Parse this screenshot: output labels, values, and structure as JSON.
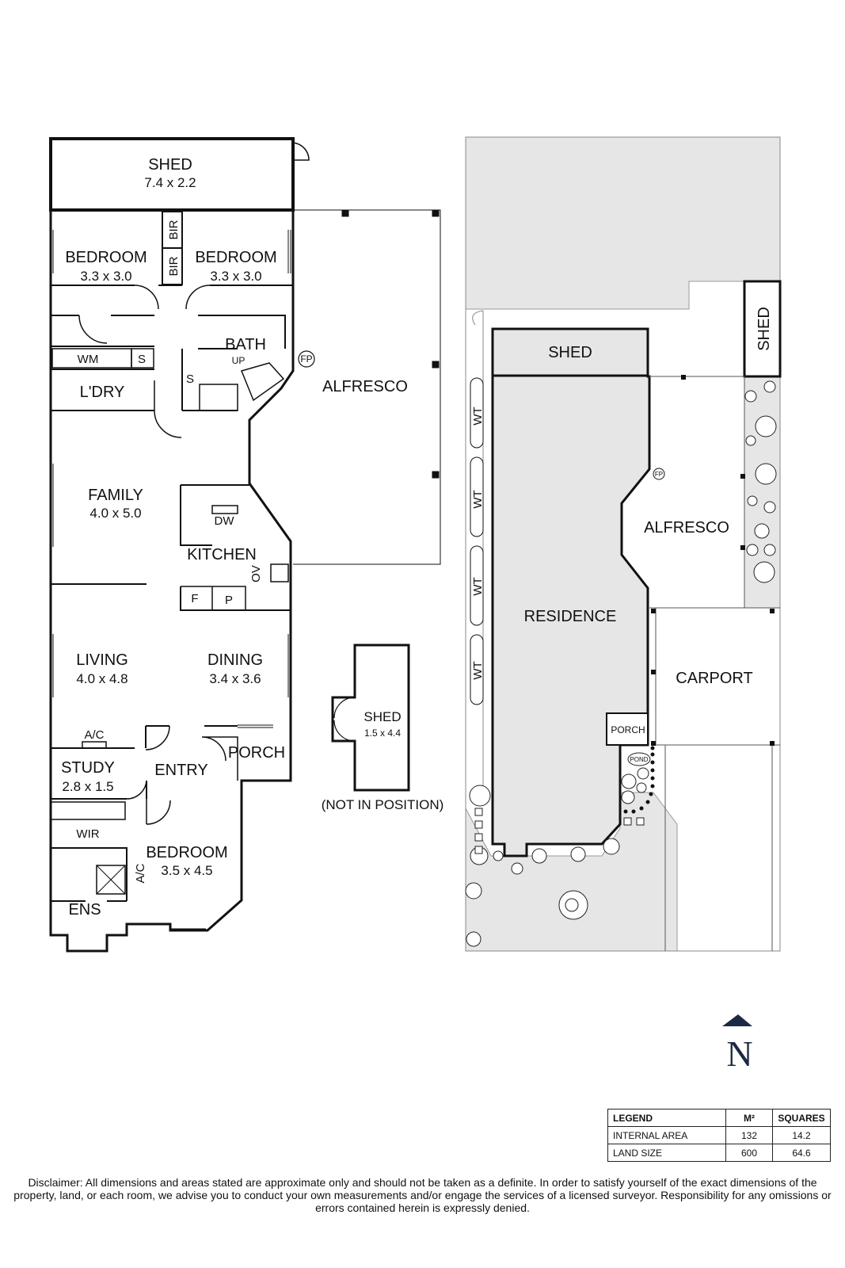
{
  "floorplan": {
    "rooms": [
      {
        "id": "shed-main",
        "label": "SHED",
        "size": "7.4 x 2.2"
      },
      {
        "id": "bedroom-nw",
        "label": "BEDROOM",
        "size": "3.3 x 3.0"
      },
      {
        "id": "bedroom-ne",
        "label": "BEDROOM",
        "size": "3.3 x 3.0"
      },
      {
        "id": "family",
        "label": "FAMILY",
        "size": "4.0 x 5.0"
      },
      {
        "id": "living",
        "label": "LIVING",
        "size": "4.0 x 4.8"
      },
      {
        "id": "dining",
        "label": "DINING",
        "size": "3.4 x 3.6"
      },
      {
        "id": "study",
        "label": "STUDY",
        "size": "2.8 x 1.5"
      },
      {
        "id": "bedroom-main",
        "label": "BEDROOM",
        "size": "3.5 x 4.5"
      },
      {
        "id": "shed-small",
        "label": "SHED",
        "size": "1.5 x 4.4"
      }
    ],
    "labels": {
      "bir": "BIR",
      "bath": "BATH",
      "up": "UP",
      "fp": "FP",
      "wm": "WM",
      "s": "S",
      "laundry": "L'DRY",
      "alfresco": "ALFRESCO",
      "dw": "DW",
      "kitchen": "KITCHEN",
      "ov": "OV",
      "f": "F",
      "p": "P",
      "ac": "A/C",
      "entry": "ENTRY",
      "porch": "PORCH",
      "wir": "WIR",
      "ens": "ENS",
      "not_in_position": "(NOT IN POSITION)"
    }
  },
  "siteplan": {
    "shed": "SHED",
    "shed_side": "SHED",
    "alfresco": "ALFRESCO",
    "residence": "RESIDENCE",
    "carport": "CARPORT",
    "porch": "PORCH",
    "pond": "POND",
    "fp": "FP",
    "water_tank": "WT"
  },
  "compass": {
    "north": "N"
  },
  "legend": {
    "headers": [
      "LEGEND",
      "M²",
      "SQUARES"
    ],
    "rows": [
      {
        "label": "INTERNAL AREA",
        "m2": "132",
        "squares": "14.2"
      },
      {
        "label": "LAND SIZE",
        "m2": "600",
        "squares": "64.6"
      }
    ]
  },
  "disclaimer": "Disclaimer: All dimensions and areas stated are approximate only and should not be taken as a definite. In order to satisfy yourself of the exact dimensions of the property, land, or each room, we advise you to conduct your own measurements and/or engage the services of a licensed surveyor. Responsibility for any omissions or errors contained herein is expressly denied.",
  "colors": {
    "line": "#111111",
    "fill": "#e6e6e6",
    "compass": "#1b2a44"
  }
}
